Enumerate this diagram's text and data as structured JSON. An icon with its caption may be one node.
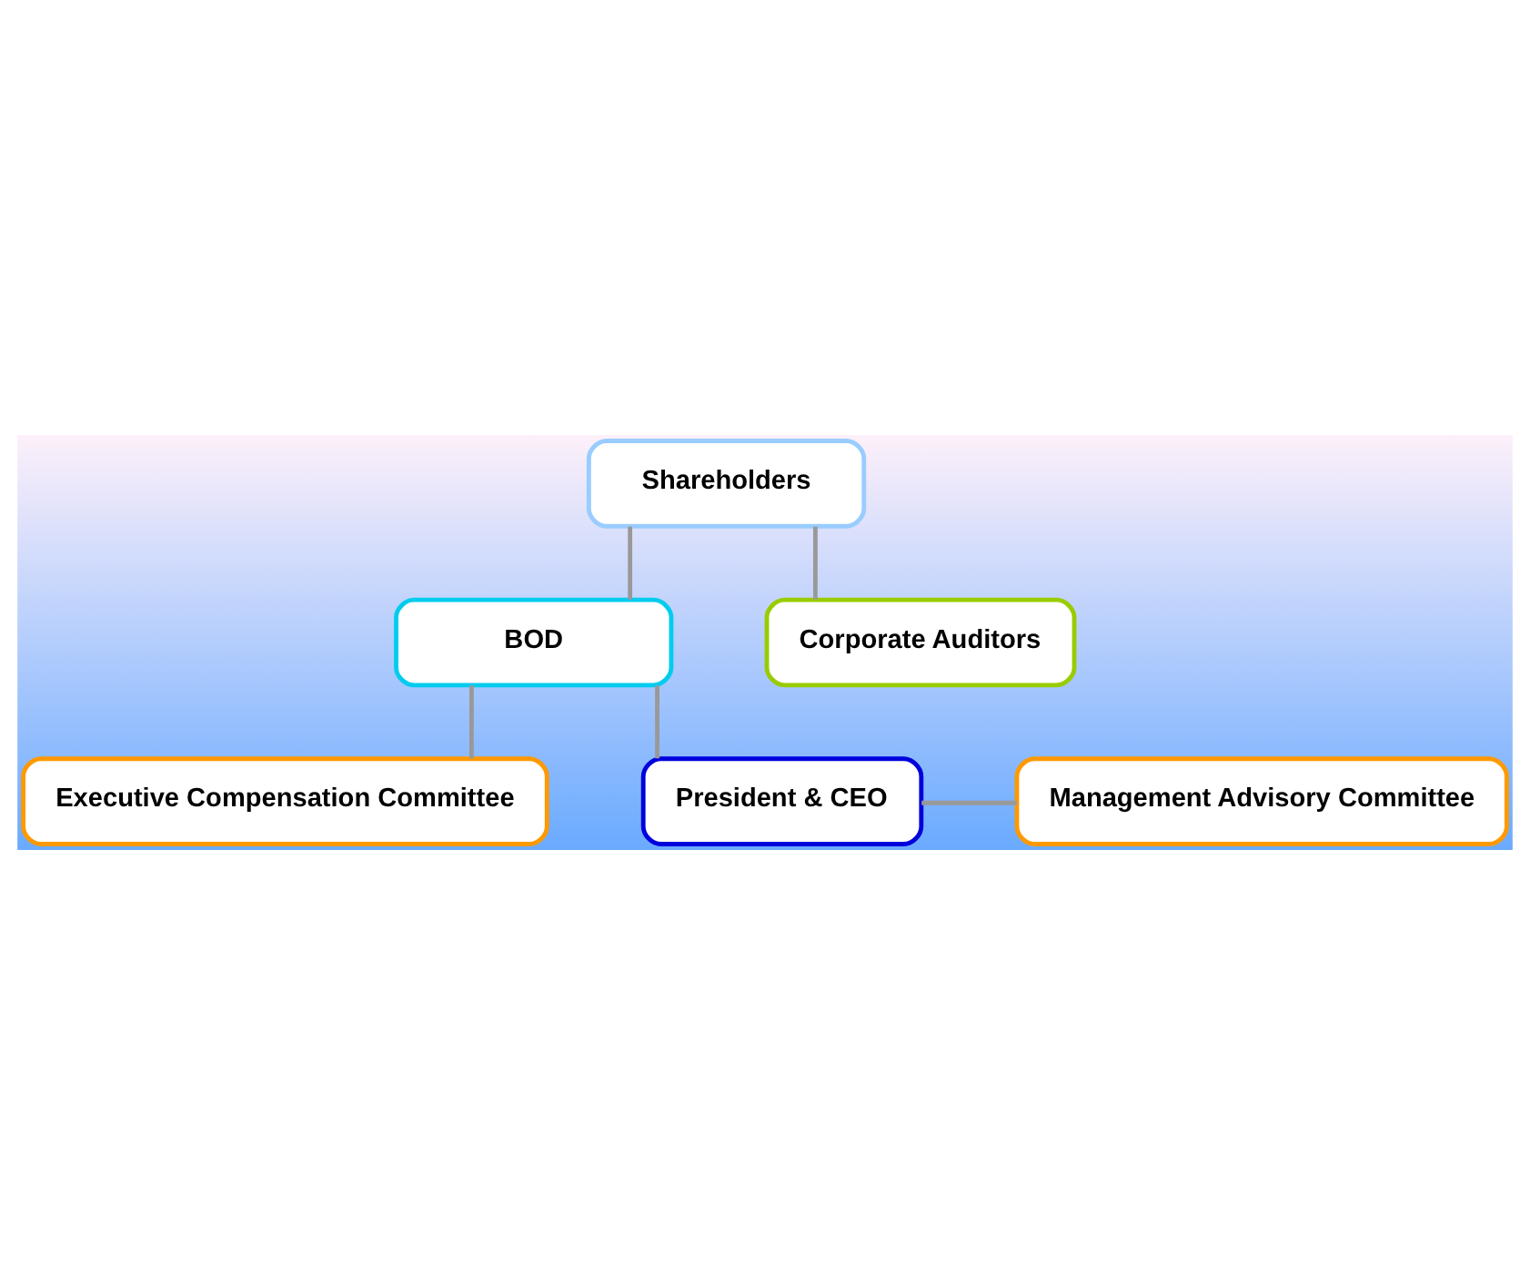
{
  "diagram": {
    "nodes": [
      {
        "text": [
          "Shareholders"
        ]
      },
      {
        "text": [
          "BOD"
        ]
      },
      {
        "text": [
          "Corporate Auditors"
        ]
      },
      {
        "text": [
          "Executive Compensation Committee"
        ]
      },
      {
        "text": [
          "President & CEO"
        ]
      },
      {
        "text": [
          "Management Advisory Committee"
        ]
      }
    ],
    "edges": [
      {
        "from": 0,
        "to": 1,
        "arrow": "none"
      },
      {
        "from": 0,
        "to": 2,
        "arrow": "none"
      },
      {
        "from": 1,
        "to": 3,
        "arrow": "none"
      },
      {
        "from": 1,
        "to": 4,
        "arrow": "none"
      },
      {
        "from": 4,
        "to": 5,
        "arrow": "none"
      }
    ]
  }
}
